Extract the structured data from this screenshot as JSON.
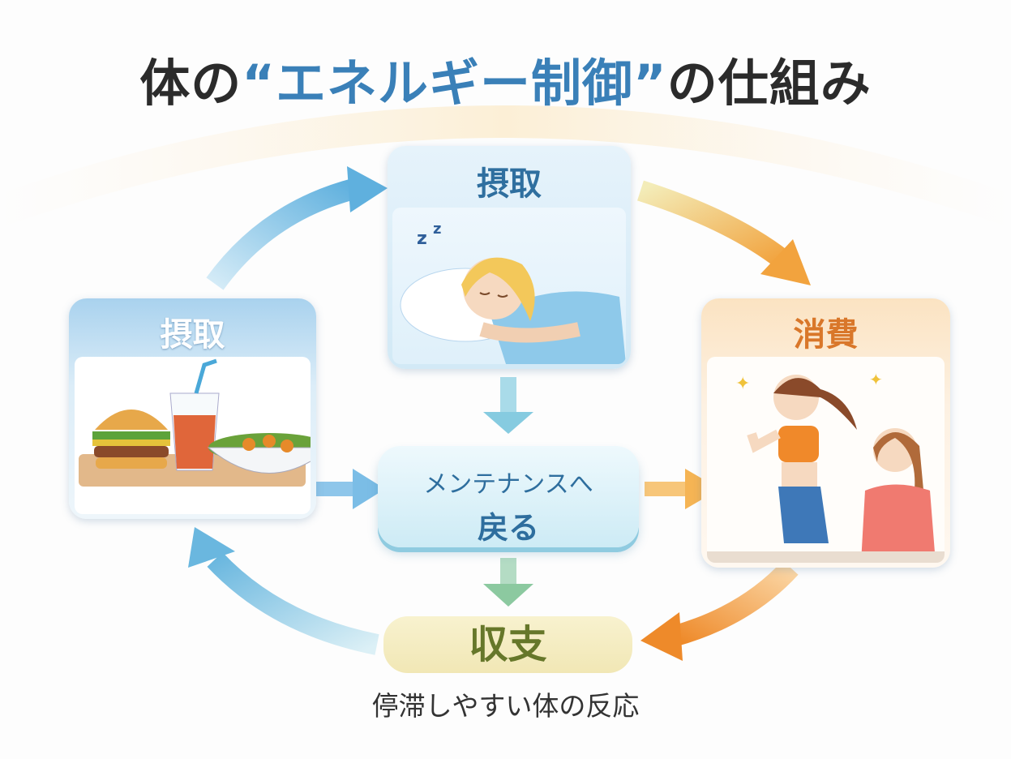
{
  "title": {
    "prefix": "体の",
    "highlight": "“エネルギー制御”",
    "suffix": "の仕組み"
  },
  "nodes": {
    "top": {
      "label": "摂取",
      "illustration": "sleeping-person"
    },
    "left": {
      "label": "摂取",
      "illustration": "food-burger-drink-bowl"
    },
    "right": {
      "label": "消費",
      "illustration": "exercising-women"
    },
    "center": {
      "line1": "メンテナンスへ",
      "line2": "戻る"
    },
    "bottom": {
      "label": "収支"
    }
  },
  "caption": "停滞しやすい体の反応",
  "colors": {
    "blue": "#3a80b8",
    "orange": "#f0a040",
    "green": "#8cc9a0",
    "title": "#2b2b2b"
  }
}
